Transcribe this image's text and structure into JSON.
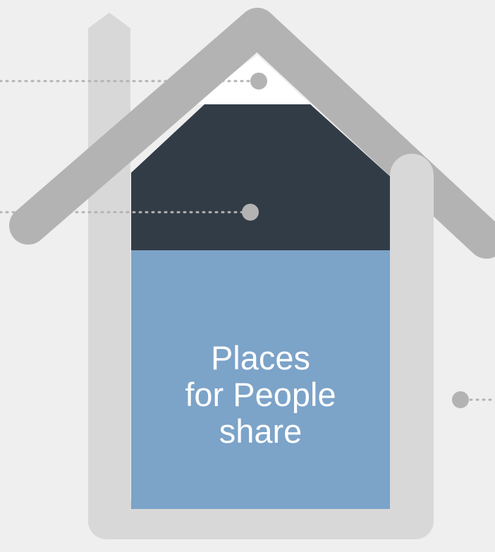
{
  "diagram": {
    "center_label": [
      "Places",
      "for People",
      "share"
    ],
    "colors": {
      "background": "#efefef",
      "house_outline": "#d8d8d8",
      "roof": "#b3b3b3",
      "dark_section": "#323c47",
      "share_section": "#7ca3c8",
      "connector": "#b3b3b3"
    }
  }
}
